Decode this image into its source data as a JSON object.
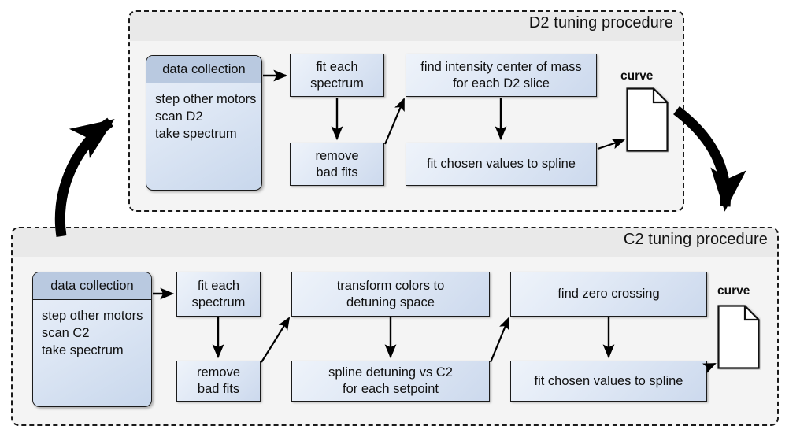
{
  "diagram": {
    "title_hidden": "",
    "panels": [
      {
        "id": "d2",
        "title": "D2 tuning procedure",
        "data_collection": {
          "header": "data collection",
          "lines": [
            "step other motors",
            "scan D2",
            "take spectrum"
          ]
        },
        "steps": [
          {
            "id": "fit-each-spectrum",
            "label": "fit each\nspectrum"
          },
          {
            "id": "remove-bad-fits",
            "label": "remove\nbad fits"
          },
          {
            "id": "find-intensity-com",
            "label": "find intensity center of mass\nfor each D2 slice"
          },
          {
            "id": "fit-chosen-values",
            "label": "fit chosen values to spline"
          }
        ],
        "output": {
          "label": "curve",
          "icon": "document-icon"
        }
      },
      {
        "id": "c2",
        "title": "C2 tuning procedure",
        "data_collection": {
          "header": "data collection",
          "lines": [
            "step other motors",
            "scan C2",
            "take spectrum"
          ]
        },
        "steps": [
          {
            "id": "fit-each-spectrum",
            "label": "fit each\nspectrum"
          },
          {
            "id": "remove-bad-fits",
            "label": "remove\nbad fits"
          },
          {
            "id": "transform-colors",
            "label": "transform colors to\ndetuning space"
          },
          {
            "id": "spline-detuning",
            "label": "spline detuning vs C2\nfor each setpoint"
          },
          {
            "id": "find-zero-crossing",
            "label": "find zero crossing"
          },
          {
            "id": "fit-chosen-values",
            "label": "fit chosen values to spline"
          }
        ],
        "output": {
          "label": "curve",
          "icon": "document-icon"
        }
      }
    ],
    "colors": {
      "panel_fill": "#f4f4f4",
      "panel_title_band": "#e9e9e9",
      "panel_border": "#1a1a1a",
      "box_fill_light": "#eef3fa",
      "box_fill_dark": "#ccd9ed",
      "box_header_fill": "#b9c9e0",
      "box_border": "#1b1b1b",
      "arrow": "#000000",
      "document_fill": "#ffffff"
    }
  }
}
